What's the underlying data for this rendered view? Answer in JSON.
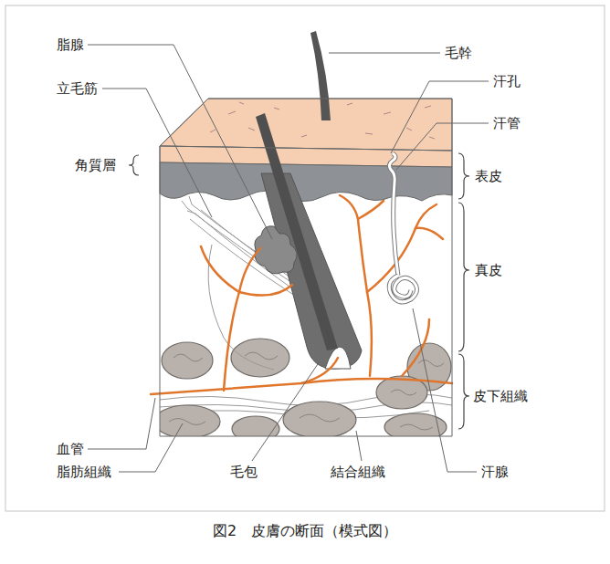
{
  "diagram": {
    "caption": "図2　皮膚の断面（模式図）",
    "labels": [
      "脂腺",
      "立毛筋",
      "角質層",
      "毛幹",
      "汗孔",
      "汗管",
      "表皮",
      "真皮",
      "皮下組織",
      "血管",
      "脂肪組織",
      "毛包",
      "結合組織",
      "汗腺"
    ]
  }
}
